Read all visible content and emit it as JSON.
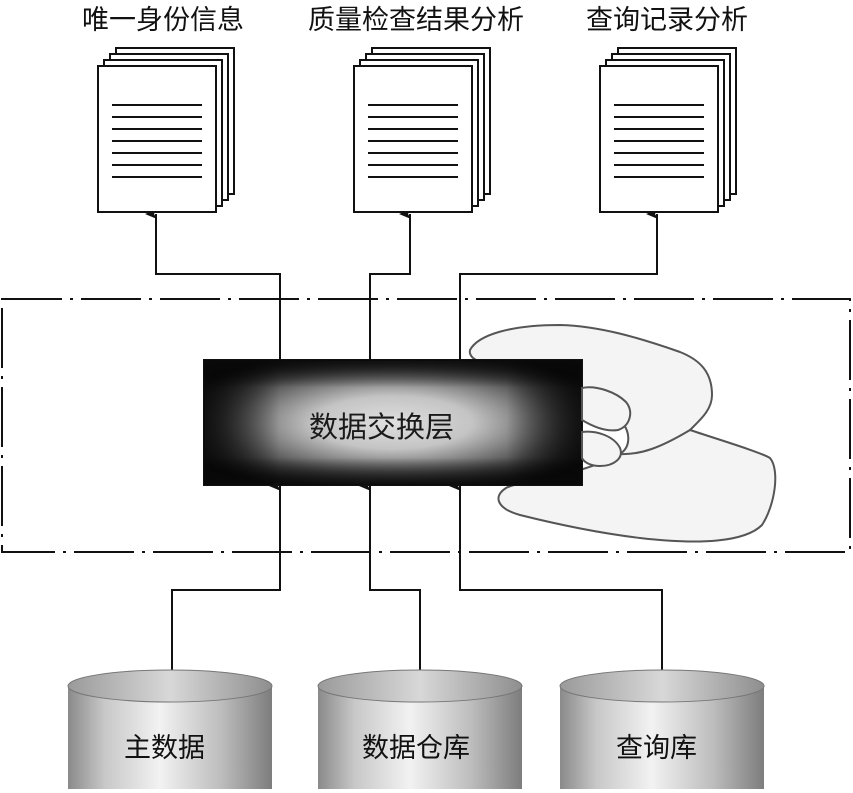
{
  "outputs": [
    {
      "label": "唯一身份信息"
    },
    {
      "label": "质量检查结果分析"
    },
    {
      "label": "查询记录分析"
    }
  ],
  "core": {
    "label": "数据交换层"
  },
  "sources": [
    {
      "label": "主数据"
    },
    {
      "label": "数据仓库"
    },
    {
      "label": "查询库"
    }
  ],
  "colors": {
    "line": "#111111",
    "panel_dark": "#0d0d0d",
    "panel_light": "#d6d6d6",
    "cylinder": "#bdbdbd"
  },
  "icons": {
    "output": "document-stack-icon",
    "source": "database-cylinder-icon",
    "hand": "hand-icon"
  }
}
